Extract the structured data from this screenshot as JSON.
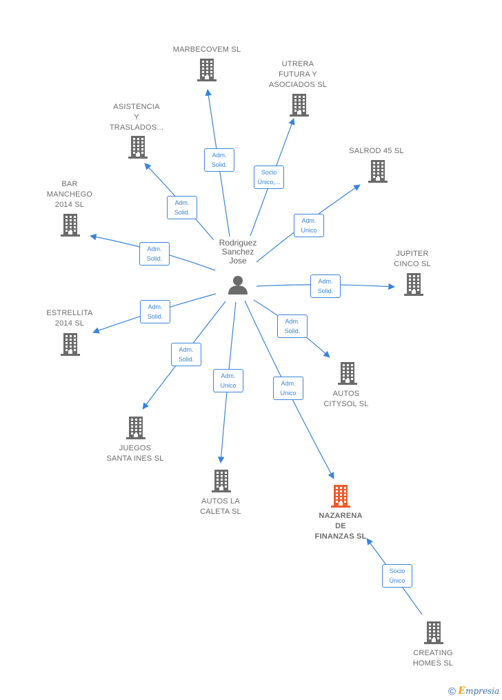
{
  "diagram": {
    "colors": {
      "edge": "#3a84d6",
      "company": "#6b6b6b",
      "focus": "#f05a28",
      "person": "#6b6b6b"
    },
    "person": {
      "name": "Rodriguez\nSanchez\nJose",
      "icon": "person-icon"
    },
    "companies": [
      {
        "id": "marbecovem",
        "name": "MARBECOVEM SL",
        "icon": "building-icon"
      },
      {
        "id": "utrera",
        "name": "UTRERA\nFUTURA Y\nASOCIADOS SL",
        "icon": "building-icon"
      },
      {
        "id": "asistencia",
        "name": "ASISTENCIA\nY\nTRASLADOS...",
        "icon": "building-icon"
      },
      {
        "id": "salrod",
        "name": "SALROD 45 SL",
        "icon": "building-icon"
      },
      {
        "id": "bar-manchego",
        "name": "BAR\nMANCHEGO\n2014  SL",
        "icon": "building-icon"
      },
      {
        "id": "jupiter",
        "name": "JUPITER\nCINCO SL",
        "icon": "building-icon"
      },
      {
        "id": "estrellita",
        "name": "ESTRELLITA\n2014  SL",
        "icon": "building-icon"
      },
      {
        "id": "autos-citysol",
        "name": "AUTOS\nCITYSOL  SL",
        "icon": "building-icon"
      },
      {
        "id": "juegos",
        "name": "JUEGOS\nSANTA INES SL",
        "icon": "building-icon"
      },
      {
        "id": "autos-caleta",
        "name": "AUTOS LA\nCALETA  SL",
        "icon": "building-icon"
      },
      {
        "id": "nazarena",
        "name": "NAZARENA\nDE\nFINANZAS SL",
        "icon": "building-icon",
        "focus": true
      },
      {
        "id": "creating",
        "name": "CREATING\nHOMES  SL",
        "icon": "building-icon"
      }
    ],
    "relations": [
      {
        "from": "person",
        "to": "marbecovem",
        "label": "Adm.\nSolid."
      },
      {
        "from": "person",
        "to": "utrera",
        "label": "Socio\nÚnico,..."
      },
      {
        "from": "person",
        "to": "asistencia",
        "label": "Adm.\nSolid."
      },
      {
        "from": "person",
        "to": "salrod",
        "label": "Adm.\nUnico"
      },
      {
        "from": "person",
        "to": "bar-manchego",
        "label": "Adm.\nSolid."
      },
      {
        "from": "person",
        "to": "jupiter",
        "label": "Adm.\nSolid."
      },
      {
        "from": "person",
        "to": "estrellita",
        "label": "Adm.\nSolid."
      },
      {
        "from": "person",
        "to": "autos-citysol",
        "label": "Adm.\nSolid."
      },
      {
        "from": "person",
        "to": "juegos",
        "label": "Adm.\nSolid."
      },
      {
        "from": "person",
        "to": "autos-caleta",
        "label": "Adm.\nUnico"
      },
      {
        "from": "person",
        "to": "nazarena",
        "label": "Adm.\nUnico"
      },
      {
        "from": "creating",
        "to": "nazarena",
        "label": "Socio\nÚnico"
      }
    ]
  },
  "footer": {
    "copyright": "©",
    "brand_initial": "E",
    "brand_rest": "mpresia",
    "icon": "copyright-icon"
  }
}
